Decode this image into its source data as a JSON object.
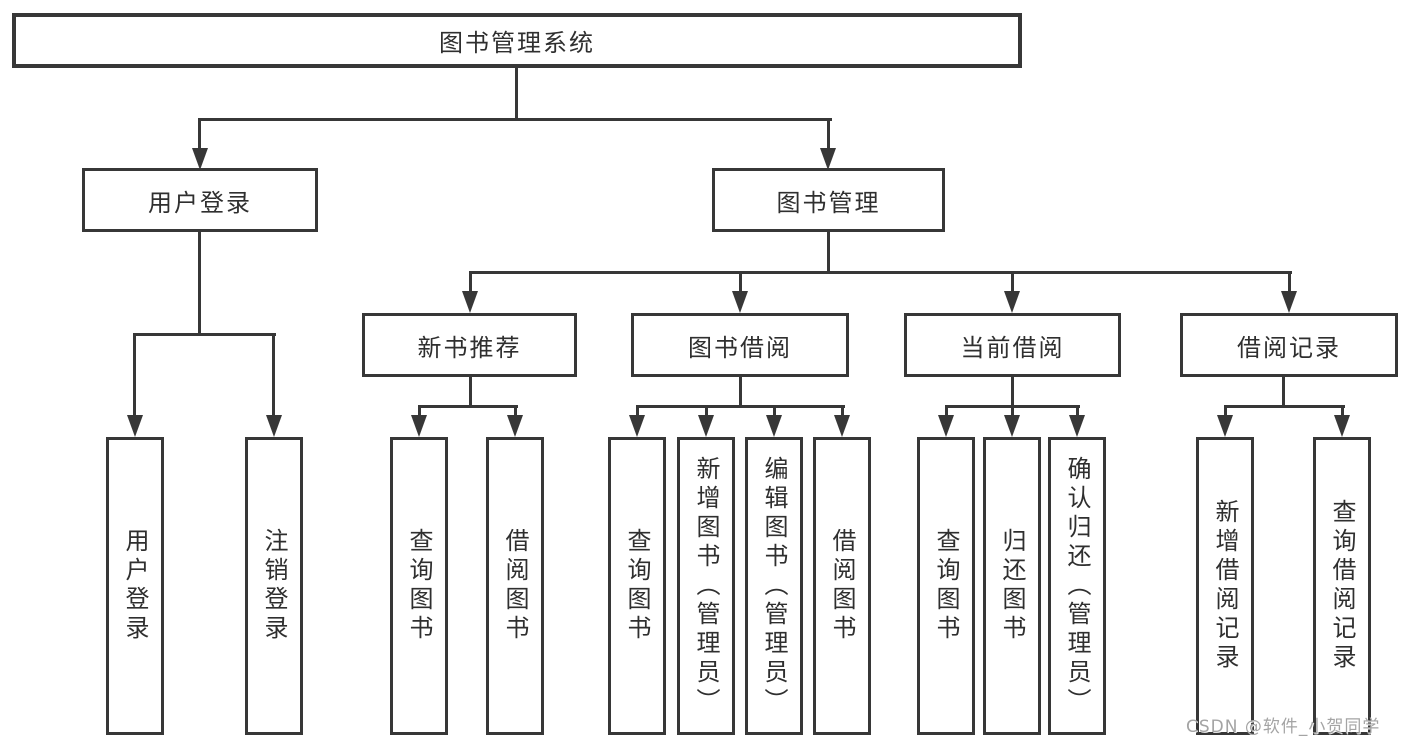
{
  "page": {
    "background": "#ffffff"
  },
  "diagram": {
    "type": "hierarchy-tree",
    "line_color": "#373737",
    "text_color": "#2f2f2f",
    "root": {
      "label": "图书管理系统"
    },
    "branches": {
      "user_login": {
        "label": "用户登录",
        "children": [
          {
            "label": "用户登录"
          },
          {
            "label": "注销登录"
          }
        ]
      },
      "book_management": {
        "label": "图书管理",
        "children": [
          {
            "label": "新书推荐",
            "children": [
              {
                "label": "查询图书"
              },
              {
                "label": "借阅图书"
              }
            ]
          },
          {
            "label": "图书借阅",
            "children": [
              {
                "label": "查询图书"
              },
              {
                "label": "新增图书（管理员）"
              },
              {
                "label": "编辑图书（管理员）"
              },
              {
                "label": "借阅图书"
              }
            ]
          },
          {
            "label": "当前借阅",
            "children": [
              {
                "label": "查询图书"
              },
              {
                "label": "归还图书"
              },
              {
                "label": "确认归还（管理员）"
              }
            ]
          },
          {
            "label": "借阅记录",
            "children": [
              {
                "label": "新增借阅记录"
              },
              {
                "label": "查询借阅记录"
              }
            ]
          }
        ]
      }
    },
    "watermark": {
      "text": "CSDN @软件_小贺同学",
      "color": "#a4a4a4"
    }
  }
}
